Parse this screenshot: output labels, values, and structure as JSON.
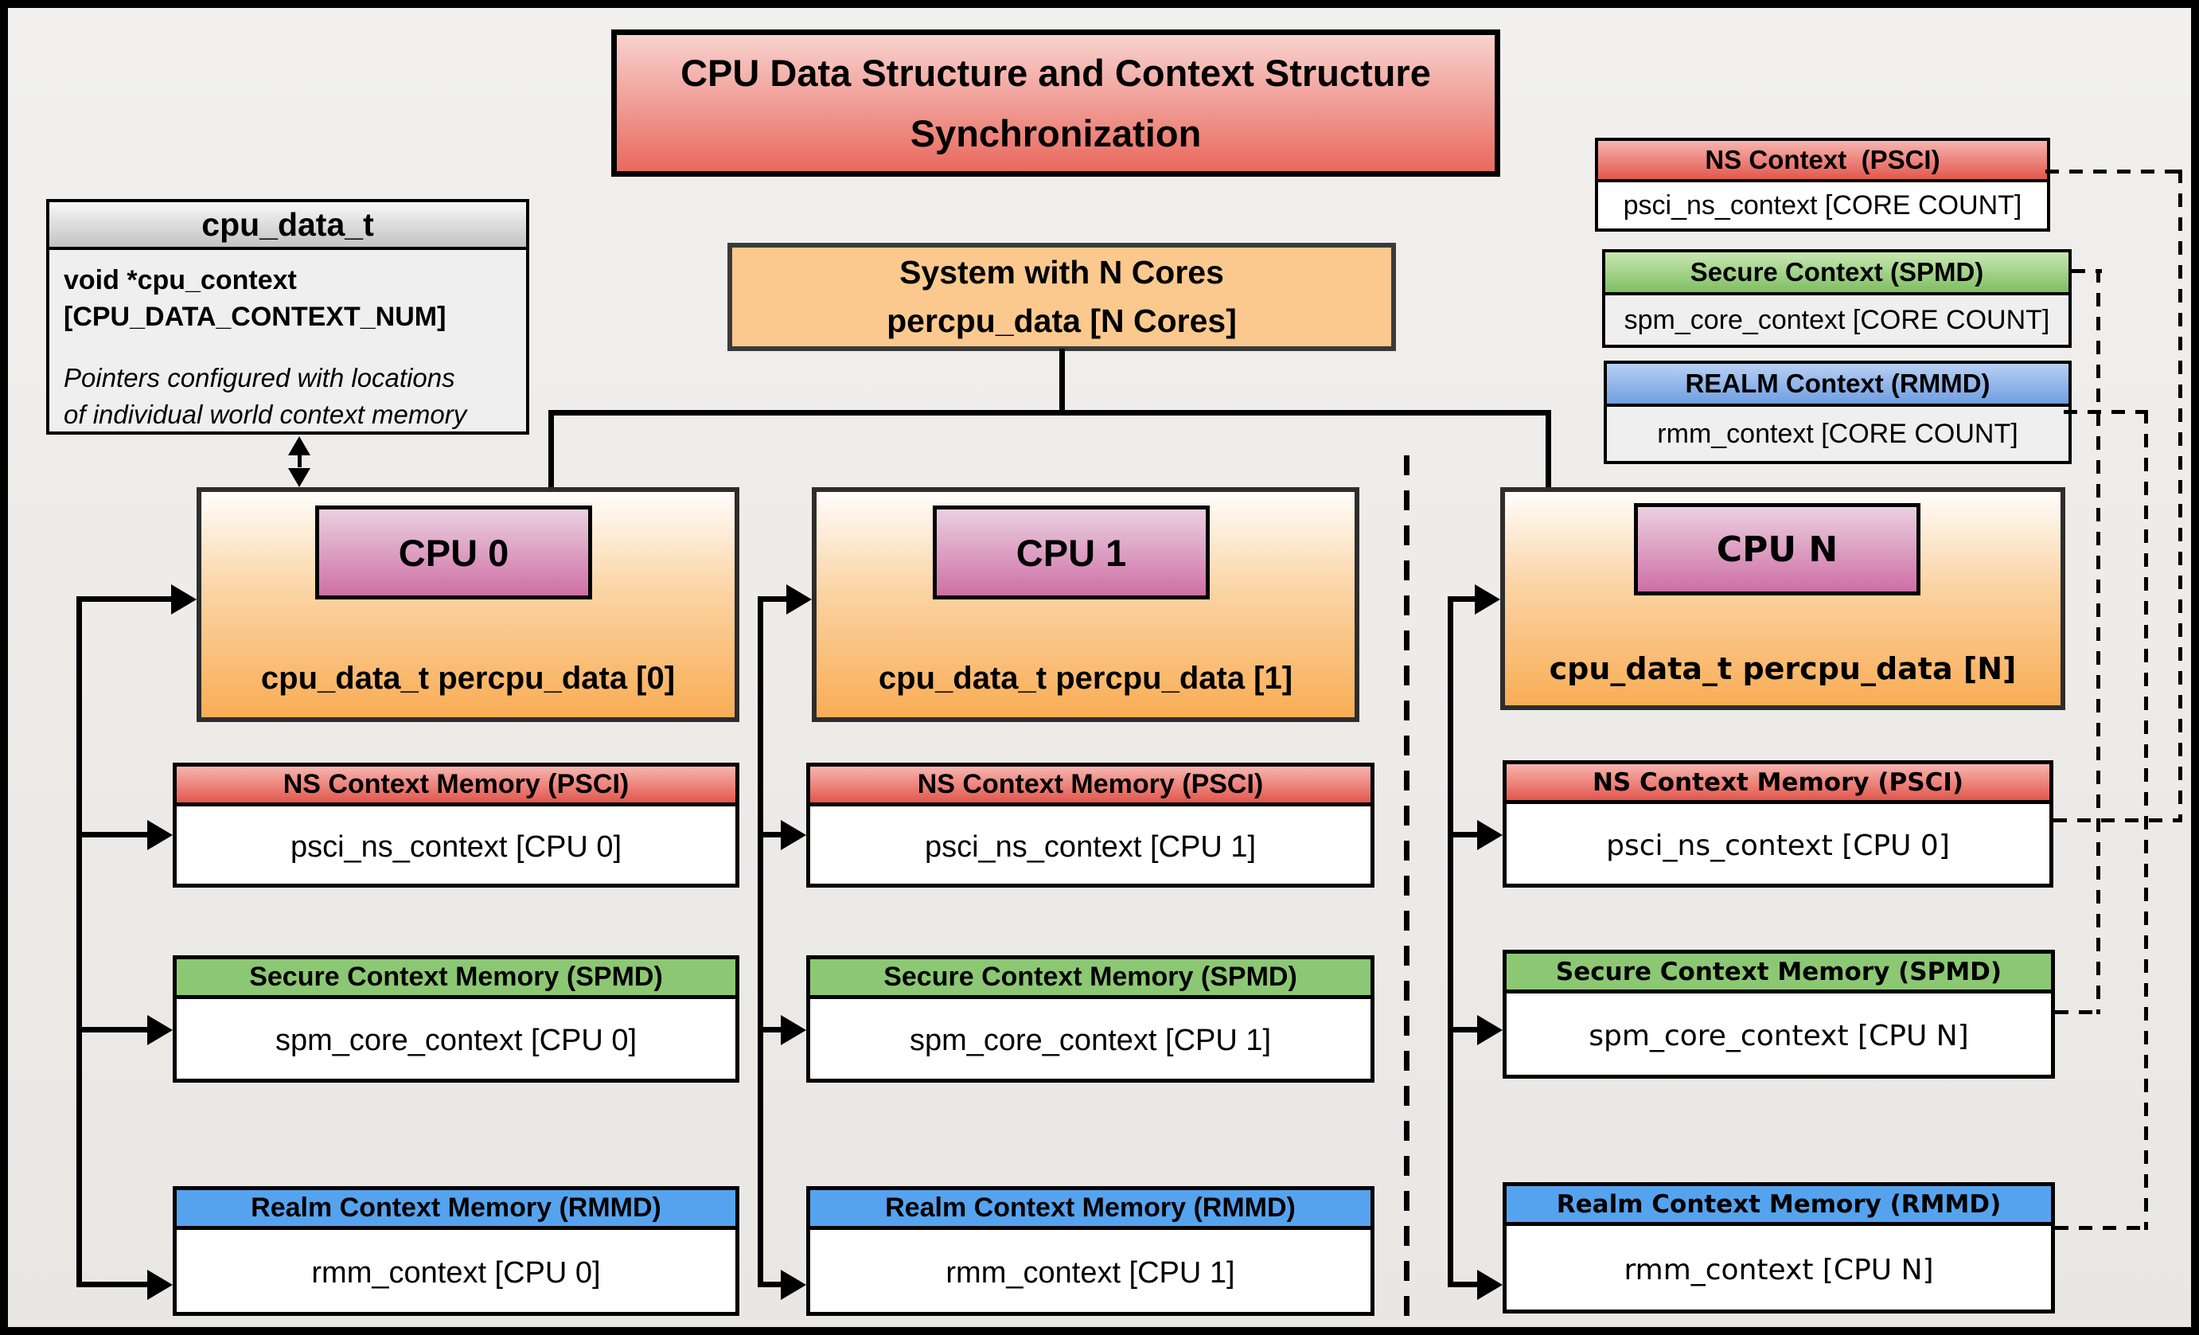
{
  "title": {
    "line1": "CPU Data Structure and Context Structure",
    "line2": "Synchronization"
  },
  "cpu_data_t_struct": {
    "header": "cpu_data_t",
    "field_line1": "void  *cpu_context",
    "field_line2": "[CPU_DATA_CONTEXT_NUM]",
    "note_line1": "Pointers configured with locations",
    "note_line2": "of individual world context memory"
  },
  "system_box": {
    "line1": "System with N Cores",
    "line2": "percpu_data [N Cores]"
  },
  "legend": [
    {
      "header": "NS Context  (PSCI)",
      "body": "psci_ns_context [CORE COUNT]"
    },
    {
      "header": "Secure Context (SPMD)",
      "body": "spm_core_context [CORE COUNT]"
    },
    {
      "header": "REALM Context (RMMD)",
      "body": "rmm_context [CORE COUNT]"
    }
  ],
  "cpus": [
    {
      "label": "CPU 0",
      "data_label": "cpu_data_t percpu_data [0]",
      "ns": {
        "header": "NS Context Memory (PSCI)",
        "body": "psci_ns_context [CPU 0]"
      },
      "secure": {
        "header": "Secure Context Memory (SPMD)",
        "body": "spm_core_context [CPU 0]"
      },
      "realm": {
        "header": "Realm Context Memory (RMMD)",
        "body": "rmm_context [CPU 0]"
      }
    },
    {
      "label": "CPU 1",
      "data_label": "cpu_data_t percpu_data [1]",
      "ns": {
        "header": "NS Context Memory (PSCI)",
        "body": "psci_ns_context [CPU 1]"
      },
      "secure": {
        "header": "Secure Context Memory (SPMD)",
        "body": "spm_core_context [CPU 1]"
      },
      "realm": {
        "header": "Realm Context Memory (RMMD)",
        "body": "rmm_context [CPU 1]"
      }
    },
    {
      "label": "CPU N",
      "data_label": "cpu_data_t percpu_data [N]",
      "ns": {
        "header": "NS Context Memory (PSCI)",
        "body": "psci_ns_context [CPU 0]"
      },
      "secure": {
        "header": "Secure Context Memory (SPMD)",
        "body": "spm_core_context [CPU N]"
      },
      "realm": {
        "header": "Realm Context Memory (RMMD)",
        "body": "rmm_context [CPU N]"
      }
    }
  ],
  "colors": {
    "bg_top": "#F1F0EE",
    "bg_bottom": "#E9E7E4",
    "title_top": "#F8D2CE",
    "title_bottom": "#E9695E",
    "red_top": "#F7B5AF",
    "red_bottom": "#E2574D",
    "green_top": "#C8E7B2",
    "green_bottom": "#7FBE62",
    "green_flat": "#8CC873",
    "blue_top": "#B9CFF3",
    "blue_bottom": "#6F9FE2",
    "blue_flat": "#55A3EE",
    "orange": "#FBC98E",
    "cpu_top": "#FEFDFB",
    "cpu_bottom": "#F9AD55",
    "purple_top": "#EBD0E1",
    "purple_bottom": "#CE6FA4",
    "gray_top": "#F8F8F8",
    "gray_bottom": "#C2C2C2"
  }
}
